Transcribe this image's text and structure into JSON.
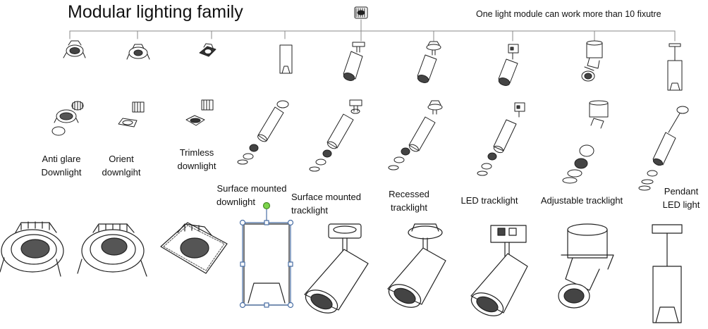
{
  "title": "Modular lighting family",
  "note": "One light module can work more than 10 fixutre",
  "products": [
    {
      "line1": "Anti glare",
      "line2": "Downlight"
    },
    {
      "line1": "Orient",
      "line2": "downlgiht"
    },
    {
      "line1": "Trimless",
      "line2": "downlight"
    },
    {
      "line1": "Surface mounted",
      "line2": "downlight"
    },
    {
      "line1": "Surface mounted",
      "line2": "tracklight"
    },
    {
      "line1": "Recessed",
      "line2": "tracklight"
    },
    {
      "line1": "LED tracklight",
      "line2": ""
    },
    {
      "line1": "Adjustable tracklight",
      "line2": ""
    },
    {
      "line1": "Pendant",
      "line2": "LED light"
    }
  ]
}
